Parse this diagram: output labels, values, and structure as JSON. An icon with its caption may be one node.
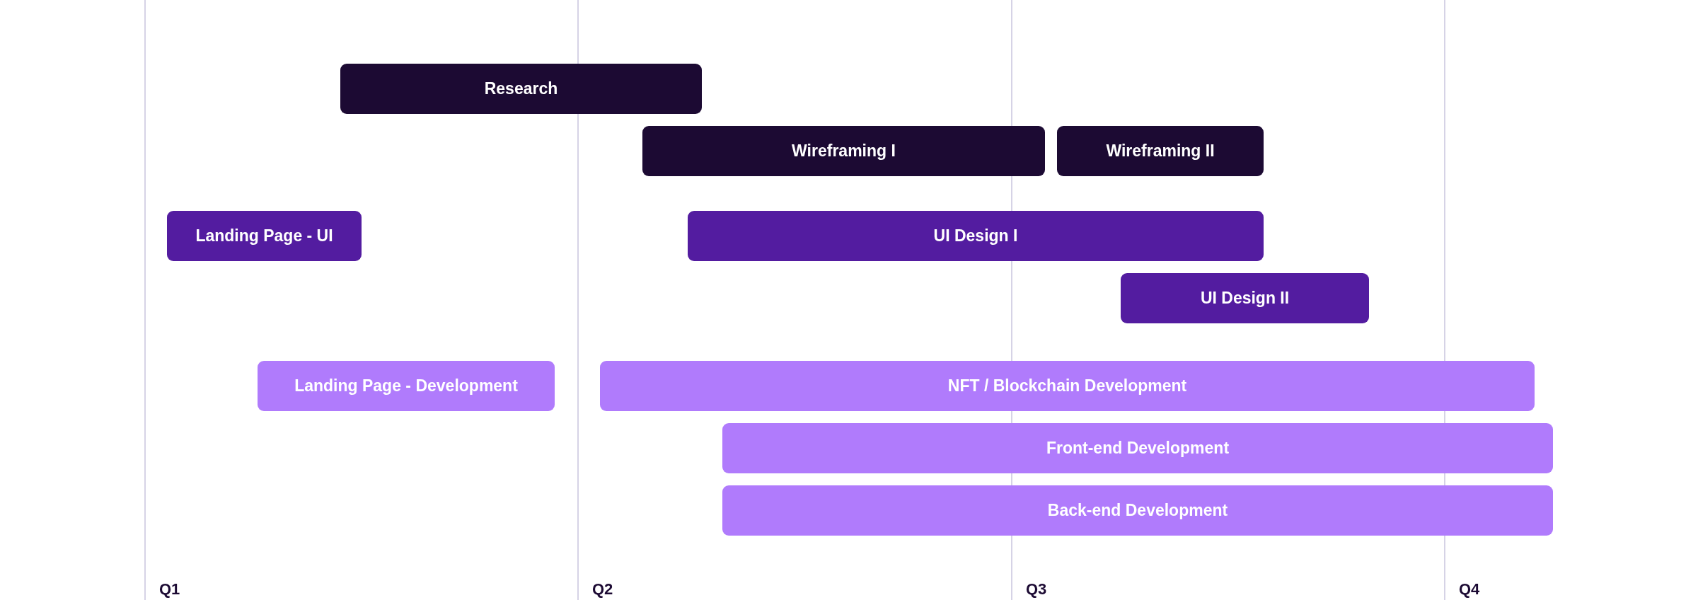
{
  "diagram": {
    "nodes": [
      {
        "text": [
          "Research"
        ]
      },
      {
        "text": [
          "Wireframing I"
        ]
      },
      {
        "text": [
          "Wireframing II"
        ]
      },
      {
        "text": [
          "Landing Page - UI"
        ]
      },
      {
        "text": [
          "UI Design I"
        ]
      },
      {
        "text": [
          "UI Design II"
        ]
      },
      {
        "text": [
          "Landing Page - Development"
        ]
      },
      {
        "text": [
          "NFT / Blockchain Development"
        ]
      },
      {
        "text": [
          "Front-end Development"
        ]
      },
      {
        "text": [
          "Back-end Development"
        ]
      }
    ],
    "labels": [
      "Q1",
      "Q2",
      "Q3",
      "Q4"
    ]
  }
}
